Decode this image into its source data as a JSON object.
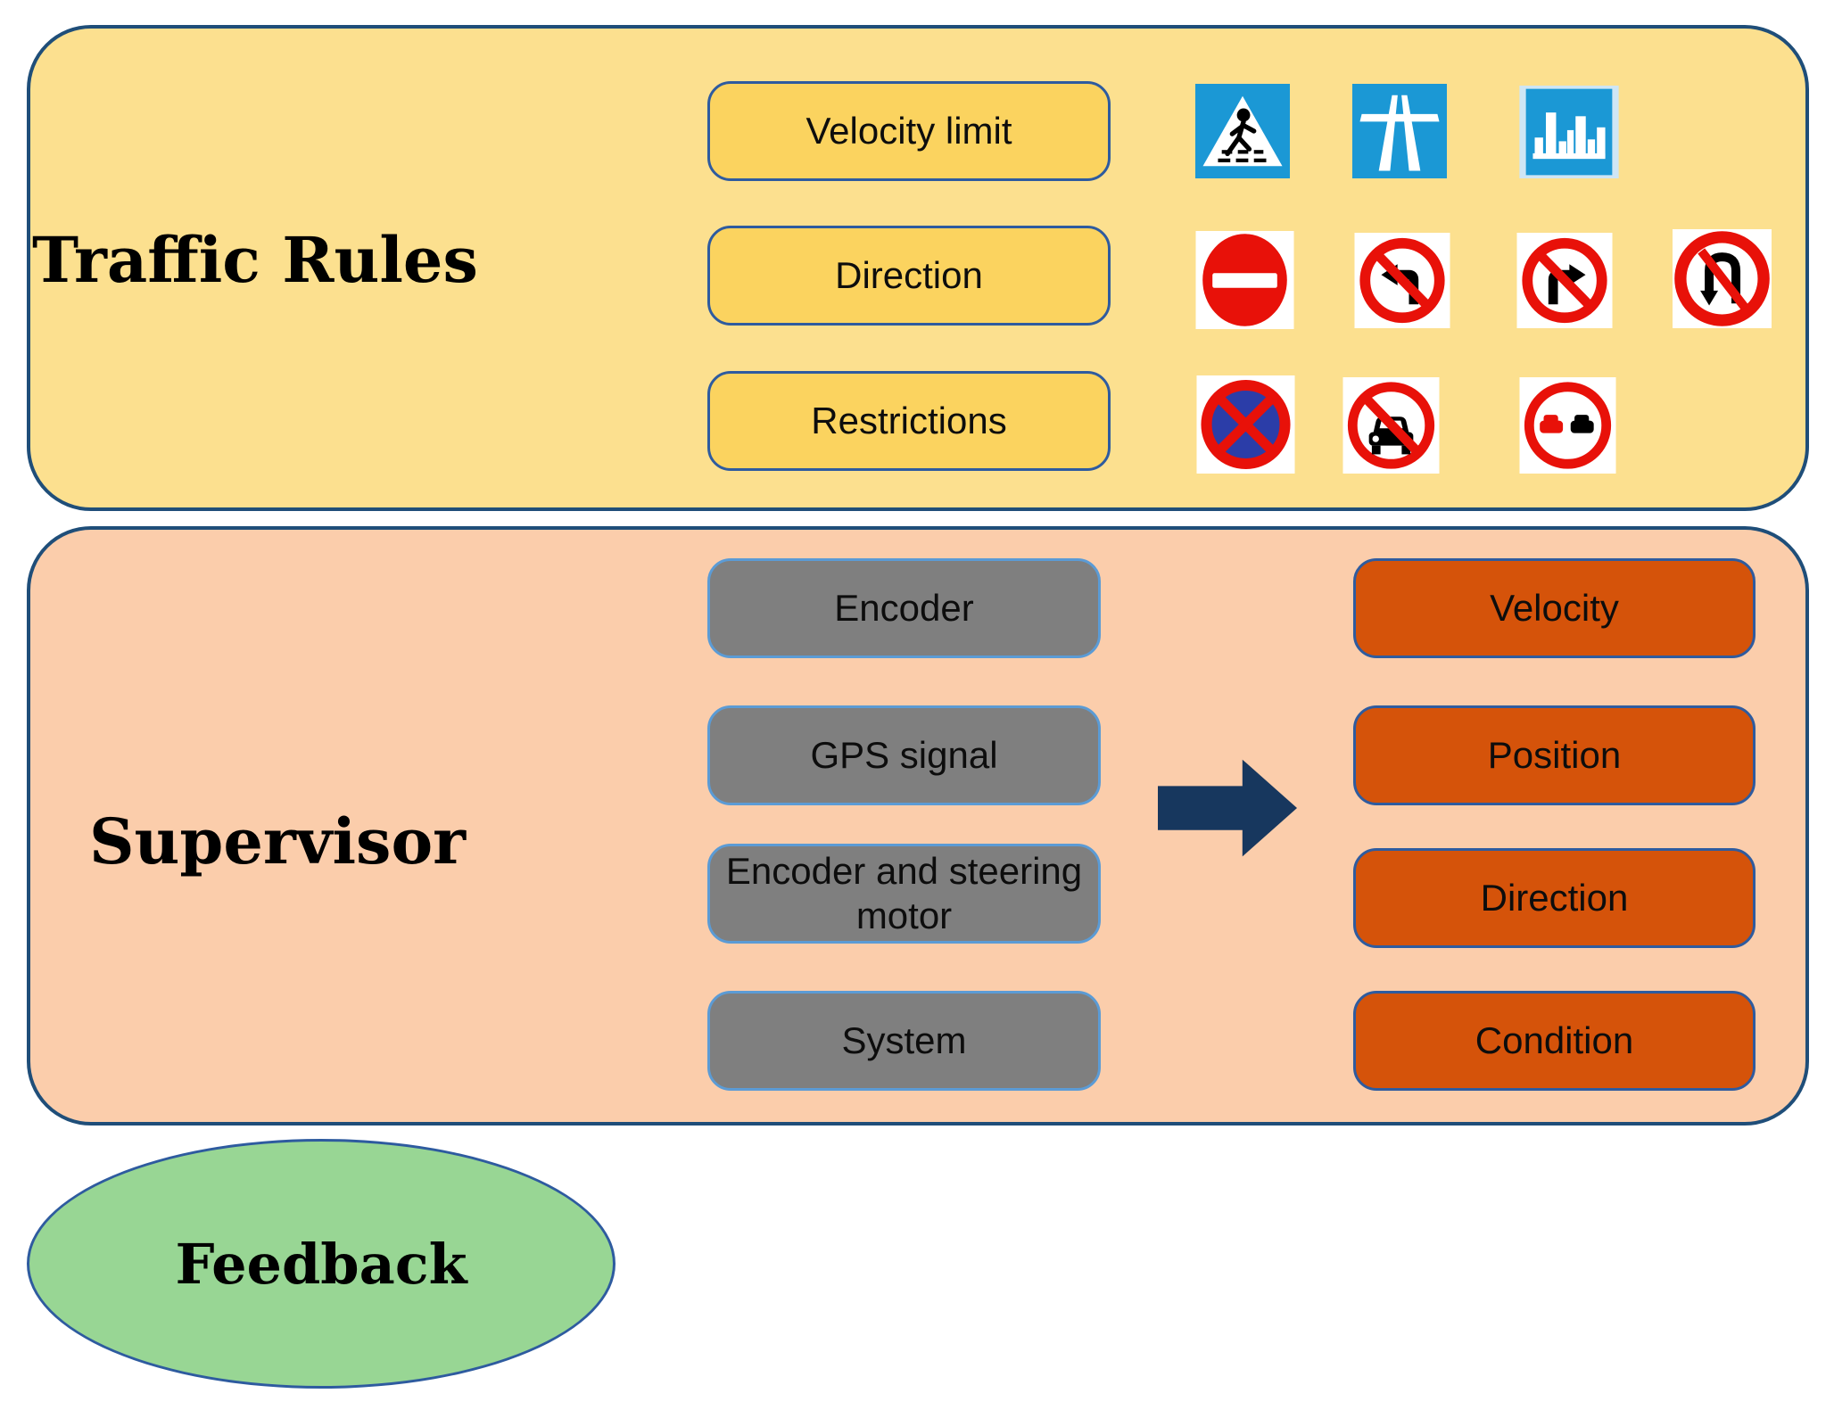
{
  "traffic_rules": {
    "title": "Traffic Rules",
    "rows": [
      {
        "button": "Velocity limit",
        "signs": [
          "pedestrian-crossing-sign",
          "motorway-sign",
          "built-up-area-sign"
        ]
      },
      {
        "button": "Direction",
        "signs": [
          "no-entry-sign",
          "no-left-turn-sign",
          "no-right-turn-sign",
          "no-u-turn-sign"
        ]
      },
      {
        "button": "Restrictions",
        "signs": [
          "no-stopping-sign",
          "no-cars-sign",
          "no-overtaking-sign"
        ]
      }
    ]
  },
  "supervisor": {
    "title": "Supervisor",
    "inputs": [
      "Encoder",
      "GPS signal",
      "Encoder and steering motor",
      "System"
    ],
    "outputs": [
      "Velocity",
      "Position",
      "Direction",
      "Condition"
    ],
    "arrow_icon": "right-arrow-icon"
  },
  "feedback": {
    "title": "Feedback"
  },
  "colors": {
    "panel_border": "#1F4E79",
    "traffic_panel_fill": "#FCE08F",
    "yellow_button_fill": "#FBD35F",
    "supervisor_panel_fill": "#FBCDAB",
    "gray_button_fill": "#7F7F7F",
    "gray_button_border": "#5B9BD5",
    "orange_button_fill": "#D5530A",
    "button_border": "#2E5B9F",
    "arrow": "#17375E",
    "feedback_fill": "#98D694",
    "sign_blue": "#1B98D5",
    "sign_red": "#E81109",
    "no_stopping_blue": "#2B3DA8"
  }
}
